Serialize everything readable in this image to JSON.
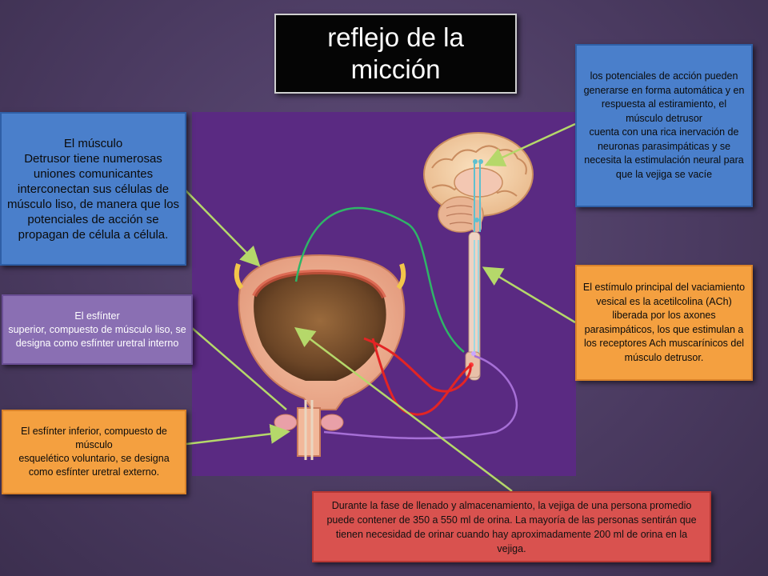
{
  "title": "reflejo de la micción",
  "boxes": {
    "detrusor": "El músculo\nDetrusor tiene numerosas uniones comunicantes interconectan sus células de músculo liso, de manera que los potenciales de acción se propagan de célula a célula.",
    "internal_sphincter": "El esfínter\nsuperior, compuesto  de músculo liso, se designa como esfínter uretral interno",
    "external_sphincter": "El esfínter inferior, compuesto de músculo\nesquelético voluntario,  se designa como  esfínter uretral externo.",
    "automatic": "los potenciales de acción pueden generarse en forma automática y en respuesta al estiramiento, el músculo detrusor\ncuenta con una rica inervación de neuronas parasimpáticas y se necesita la estimulación neural para que  la vejiga se vacíe",
    "ach": "El estímulo principal del vaciamiento vesical es la acetilcolina (ACh) liberada por los axones parasimpáticos, los que estimulan a los receptores Ach muscarínicos del músculo detrusor.",
    "filling": "Durante la fase de llenado y almacenamiento, la vejiga de una persona promedio  puede  contener  de 350 a 550 ml de orina.  La mayoría de las personas sentirán que tienen necesidad de orinar cuando hay aproximadamente  200  ml de orina en la vejiga."
  },
  "colors": {
    "background": "#4a3a60",
    "illustration_bg": "#5a2a82",
    "blue_box": "#4a7fcb",
    "violet_box": "#8a6fb3",
    "orange_box": "#f4a040",
    "red_box": "#d9524f",
    "pointer_arrow": "#b5d86a"
  }
}
